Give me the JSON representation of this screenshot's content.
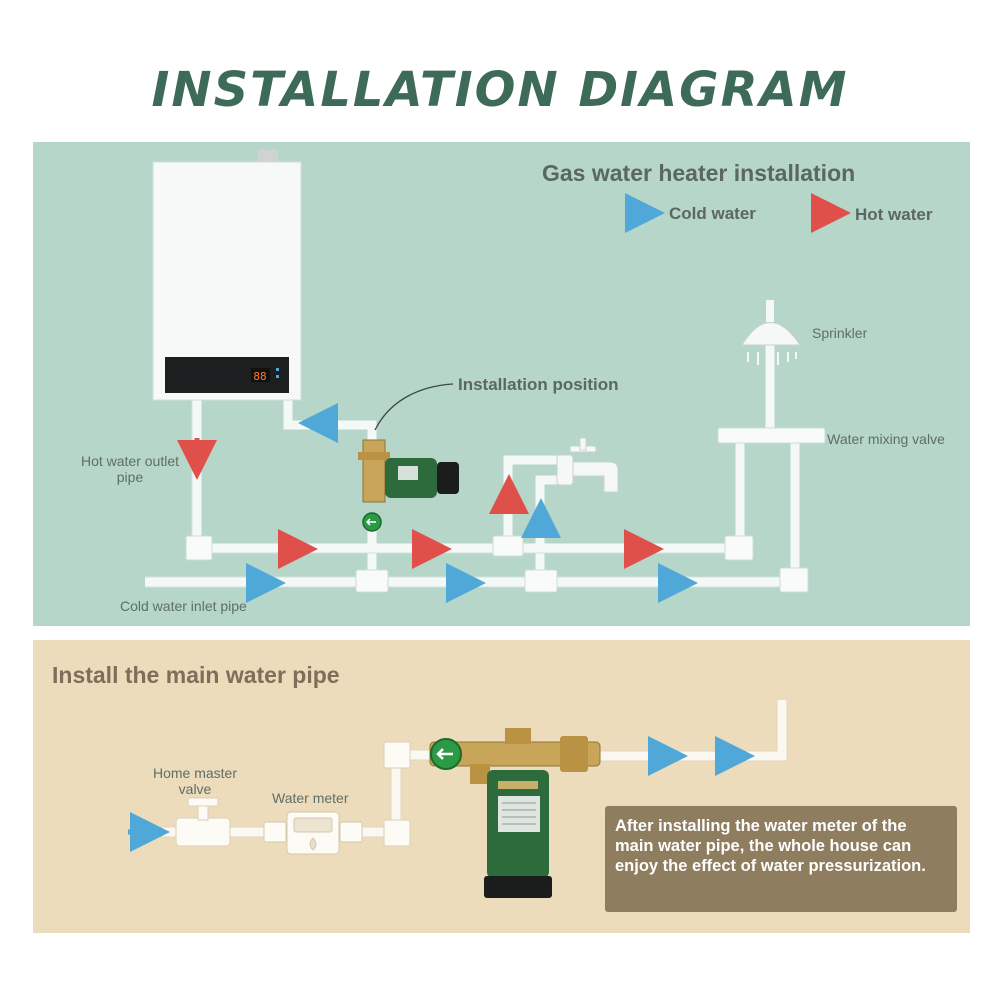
{
  "title": "INSTALLATION DIAGRAM",
  "section_gas": {
    "title": "Gas water heater installation",
    "legend": {
      "cold": "Cold water",
      "hot": "Hot water"
    },
    "labels": {
      "installation_position": "Installation position",
      "sprinkler": "Sprinkler",
      "mixing_valve": "Water mixing valve",
      "hot_outlet": "Hot water outlet pipe",
      "cold_inlet": "Cold water inlet pipe"
    },
    "heater_display": "88"
  },
  "section_main": {
    "title": "Install the main water pipe",
    "labels": {
      "home_valve": "Home master valve",
      "water_meter": "Water meter"
    },
    "callout": "After installing the water meter of the main water pipe, the whole house can enjoy the effect of water pressurization."
  },
  "colors": {
    "title": "#3e6b58",
    "panel_top": "#b5d6c9",
    "panel_bottom": "#ecdcbb",
    "cold_arrow": "#4fa8d8",
    "hot_arrow": "#e0504a",
    "pump_body": "#2e6b3c",
    "callout_bg": "#8f7d60"
  },
  "icons": [
    "sprinkler-icon",
    "faucet-icon",
    "arrow-icon",
    "pump-icon",
    "water-meter-icon",
    "valve-icon",
    "heater-icon"
  ]
}
